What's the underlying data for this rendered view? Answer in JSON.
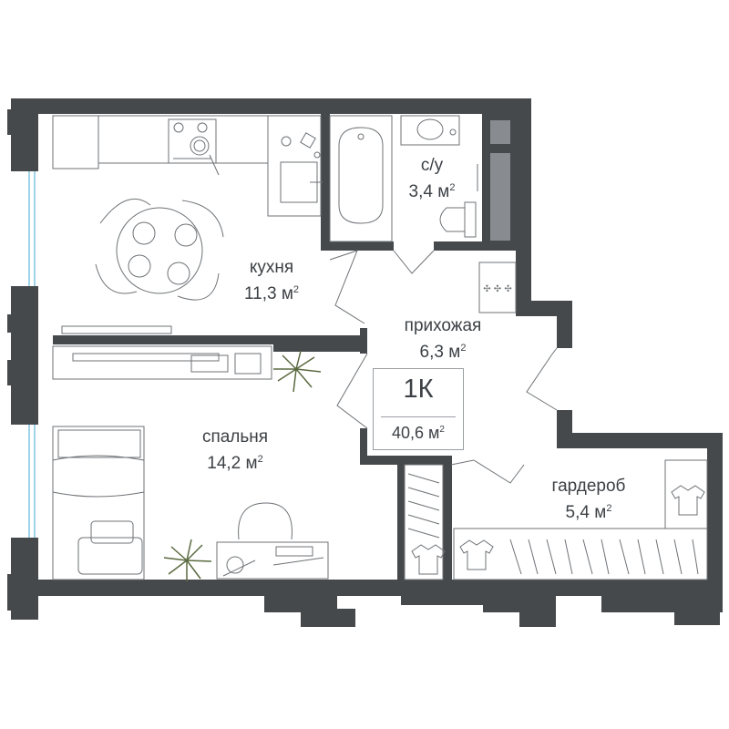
{
  "plan": {
    "apartment_type": "1К",
    "total_area": "40,6 м",
    "area_superscript": "2",
    "colors": {
      "wall": "#46494c",
      "line": "#6e7276",
      "window": "#9fd3e8",
      "text": "#3d4145"
    },
    "rooms": [
      {
        "id": "kitchen",
        "name": "кухня",
        "area": "11,3 м"
      },
      {
        "id": "bathroom",
        "name": "с/у",
        "area": "3,4 м"
      },
      {
        "id": "hallway",
        "name": "прихожая",
        "area": "6,3 м"
      },
      {
        "id": "bedroom",
        "name": "спальня",
        "area": "14,2 м"
      },
      {
        "id": "wardrobe",
        "name": "гардероб",
        "area": "5,4 м"
      }
    ],
    "furniture_icons": [
      "stove-icon",
      "sink-icon",
      "dining-table-icon",
      "bathtub-icon",
      "washbasin-icon",
      "toilet-icon",
      "bed-icon",
      "desk-icon",
      "plant-icon",
      "clothes-rail-icon",
      "tshirt-icon"
    ]
  }
}
